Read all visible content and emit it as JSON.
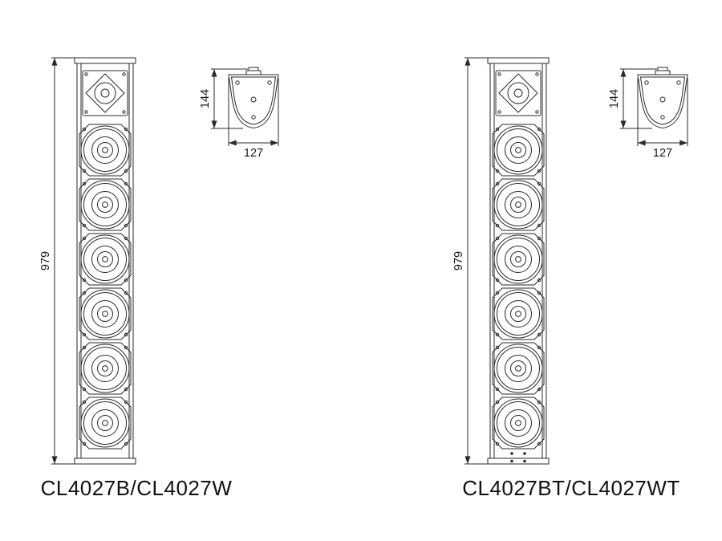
{
  "page": {
    "background": "#ffffff",
    "line_color": "#2a2a2a"
  },
  "products": [
    {
      "label": "CL4027B/CL4027W",
      "dims": {
        "height": "979",
        "depth": "144",
        "width": "127"
      }
    },
    {
      "label": "CL4027BT/CL4027WT",
      "dims": {
        "height": "979",
        "depth": "144",
        "width": "127"
      }
    }
  ]
}
